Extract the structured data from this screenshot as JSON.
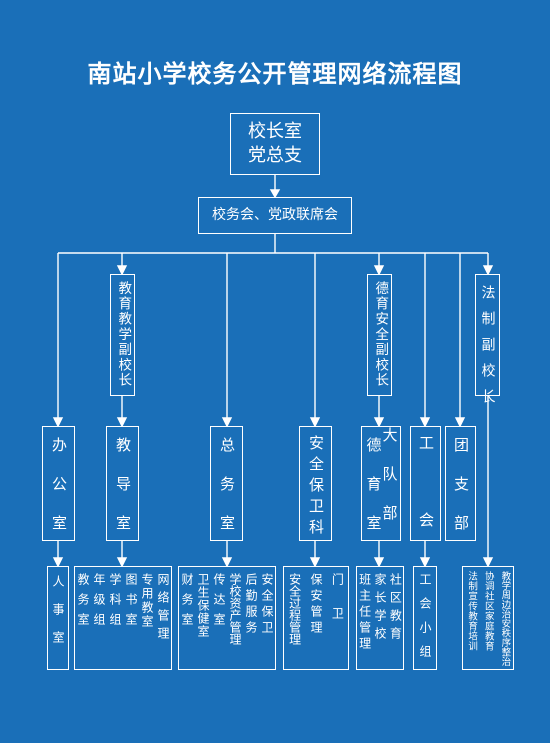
{
  "title": "南站小学校务公开管理网络流程图",
  "top": {
    "line1": "校长室",
    "line2": "党总支"
  },
  "council": "校务会、党政联席会",
  "leaders": {
    "edu": "教育教学副校长",
    "moral": "德育安全副校长",
    "legal": "法制副校长"
  },
  "depts": {
    "office": "办公室",
    "teaching": "教导室",
    "general": "总务室",
    "safety": "安全保卫科",
    "moral_a": "德育室",
    "moral_b": "大队部",
    "union": "工会",
    "league": "团支部"
  },
  "subunits": {
    "office": [
      "人事室"
    ],
    "teaching": [
      "教务室",
      "年级组",
      "学科组",
      "图书室",
      "专用教室",
      "网络管理"
    ],
    "general": [
      "财务室",
      "卫生保健室",
      "传达室",
      "学校资产管理",
      "后勤服务",
      "安全保卫"
    ],
    "safety": [
      "安全过程管理",
      "保安管理",
      "门卫"
    ],
    "moral": [
      "班主任管理",
      "家长学校",
      "社区教育"
    ],
    "union": [
      "工会小组"
    ],
    "legal": [
      "法制宣传教育培训",
      "协调社区家庭教育",
      "教学周边治安秩序整治"
    ]
  },
  "colors": {
    "background": "#1a6fb8",
    "line": "#ffffff"
  }
}
